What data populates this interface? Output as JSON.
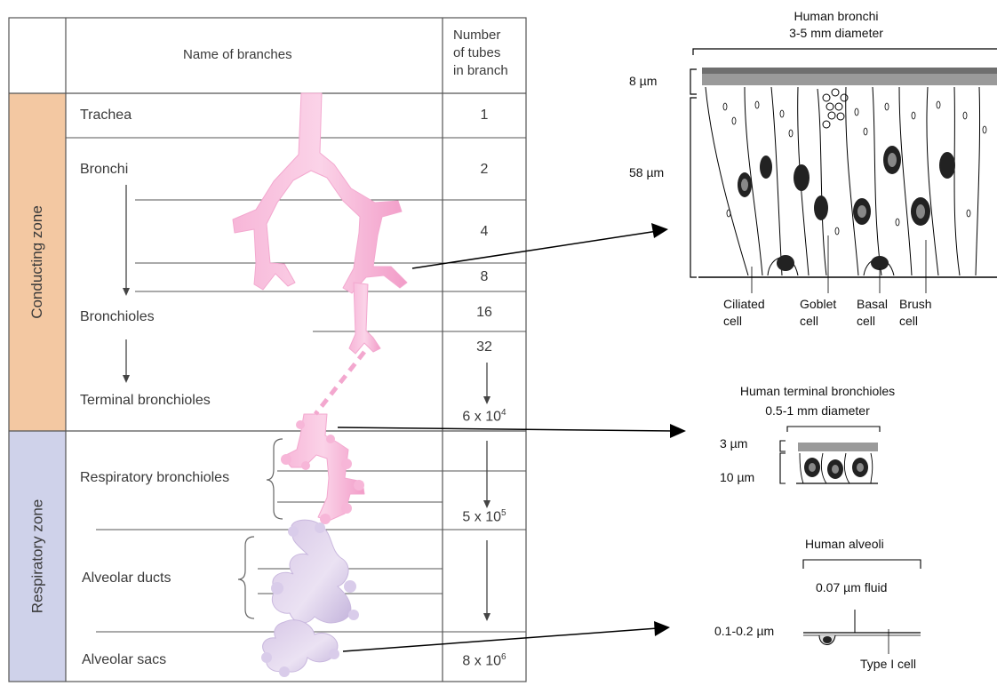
{
  "table": {
    "header_name": "Name of branches",
    "header_number": [
      "Number",
      "of tubes",
      "in branch"
    ],
    "zones": {
      "conducting": "Conducting zone",
      "respiratory": "Respiratory zone"
    },
    "branches": {
      "trachea": "Trachea",
      "bronchi": "Bronchi",
      "bronchioles": "Bronchioles",
      "terminal_bronchioles": "Terminal bronchioles",
      "respiratory_bronchioles": "Respiratory bronchioles",
      "alveolar_ducts": "Alveolar ducts",
      "alveolar_sacs": "Alveolar sacs"
    },
    "counts": {
      "c1": "1",
      "c2": "2",
      "c4": "4",
      "c8": "8",
      "c16": "16",
      "c32": "32",
      "c6e4_base": "6 x 10",
      "c6e4_exp": "4",
      "c5e5_base": "5 x 10",
      "c5e5_exp": "5",
      "c8e6_base": "8 x 10",
      "c8e6_exp": "6"
    }
  },
  "panels": {
    "bronchi": {
      "title": "Human bronchi",
      "diameter": "3-5 mm diameter",
      "dim_top": "8 µm",
      "dim_height": "58 µm",
      "cells": [
        {
          "line1": "Ciliated",
          "line2": "cell"
        },
        {
          "line1": "Goblet",
          "line2": "cell"
        },
        {
          "line1": "Basal",
          "line2": "cell"
        },
        {
          "line1": "Brush",
          "line2": "cell"
        }
      ]
    },
    "terminal": {
      "title": "Human terminal bronchioles",
      "diameter": "0.5-1 mm diameter",
      "dim_top": "3 µm",
      "dim_height": "10 µm"
    },
    "alveoli": {
      "title": "Human alveoli",
      "fluid": "0.07 µm fluid",
      "thickness": "0.1-0.2 µm",
      "cell": "Type I cell"
    }
  },
  "colors": {
    "conducting_zone": "#f3c8a2",
    "respiratory_zone": "#cfd2ea",
    "airway_pink": "#f5a9d0",
    "alveolar_lavender": "#cdbfe0",
    "table_lines": "#555555"
  }
}
